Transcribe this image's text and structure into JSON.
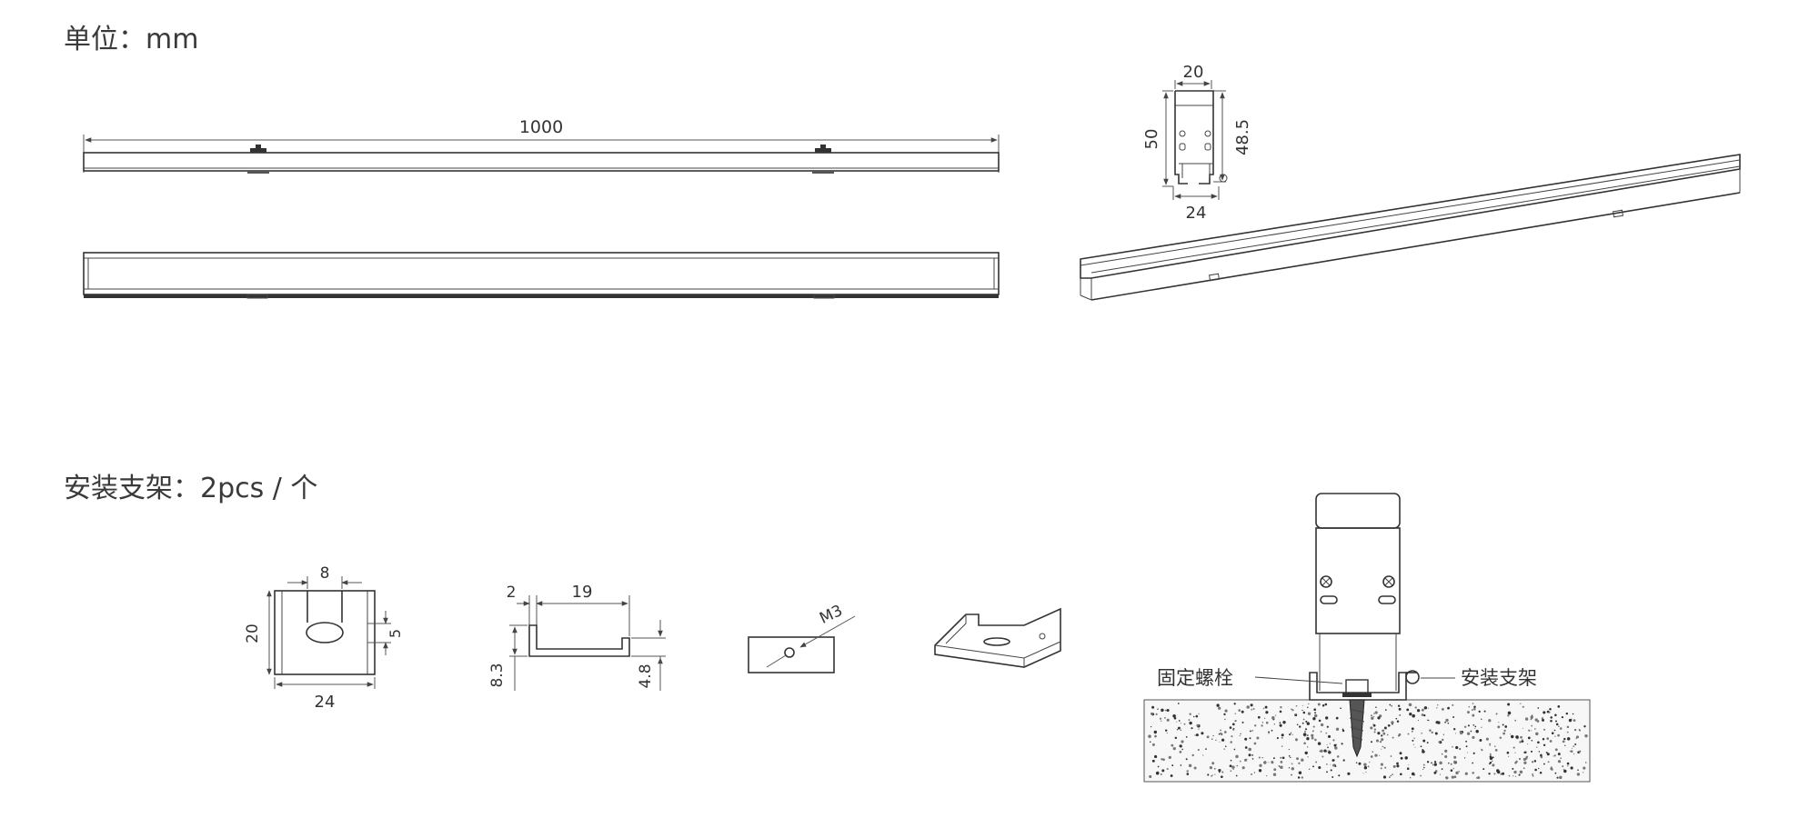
{
  "headings": {
    "unit": "单位：mm",
    "bracket": "安装支架：2pcs / 个"
  },
  "dimensions": {
    "length": "1000",
    "profile_width_top": "20",
    "profile_height_left": "50",
    "profile_height_right": "48.5",
    "profile_width_bottom": "24",
    "bracket_front_width": "8",
    "bracket_front_height": "20",
    "bracket_front_slot": "5",
    "bracket_front_bottom": "24",
    "bracket_side_lip": "2",
    "bracket_side_width": "19",
    "bracket_side_height": "8.3",
    "bracket_side_right": "4.8",
    "screw_size": "M3"
  },
  "callouts": {
    "bolt": "固定螺栓",
    "bracket": "安装支架"
  },
  "colors": {
    "line": "#333333",
    "text": "#333333",
    "background": "#ffffff"
  }
}
